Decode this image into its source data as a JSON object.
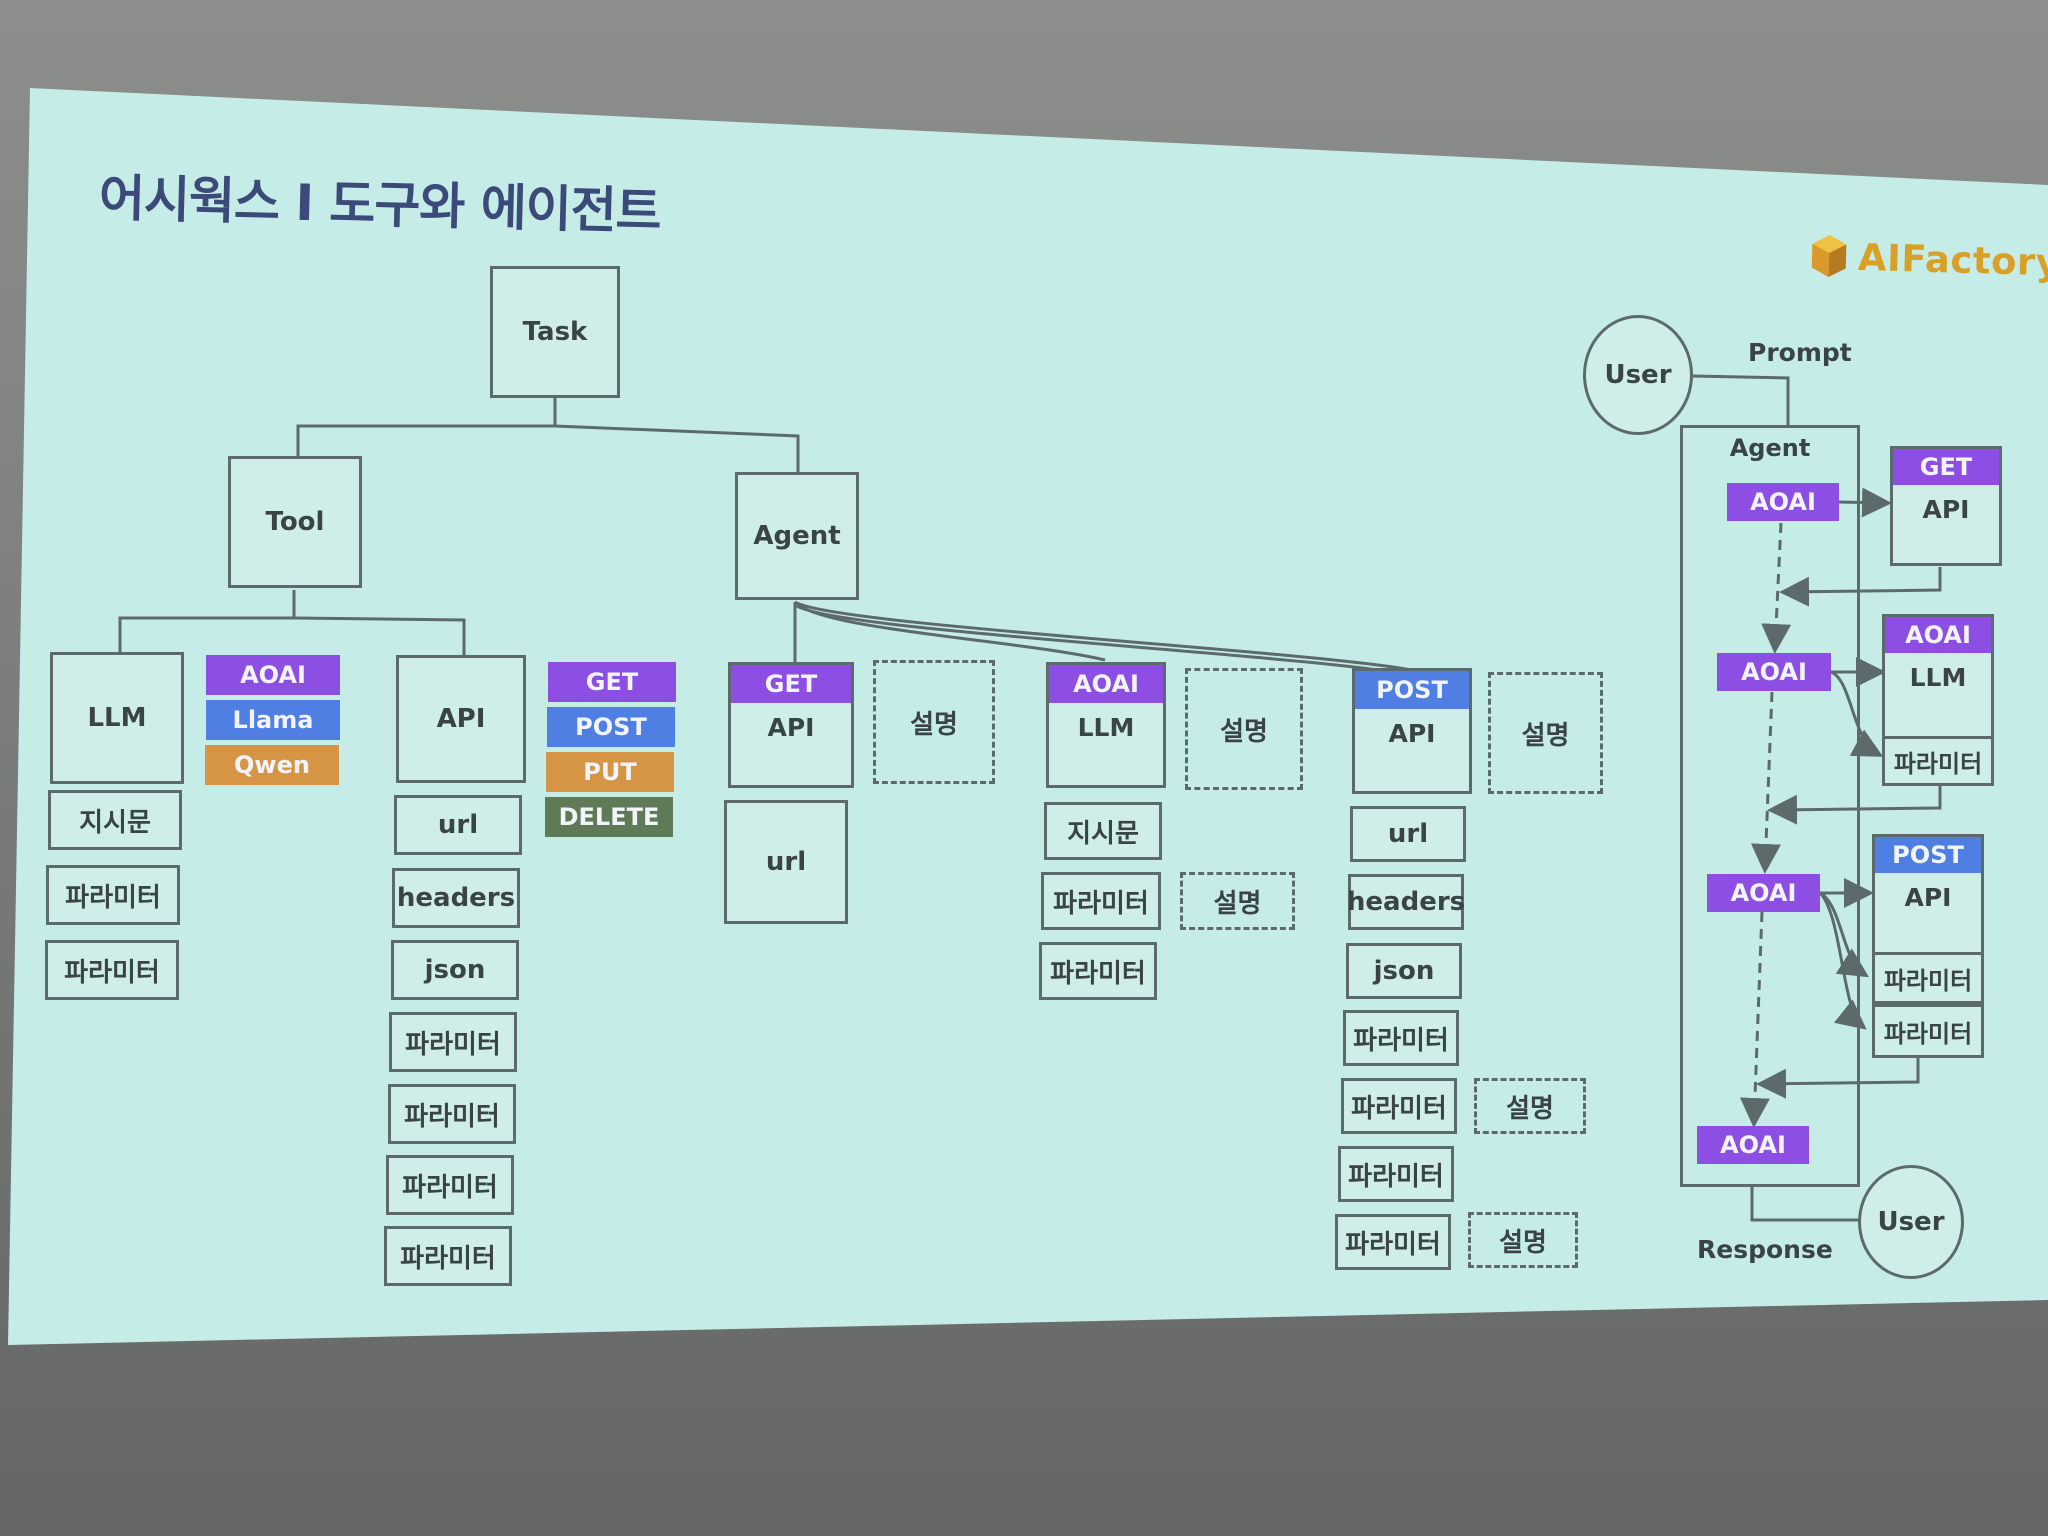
{
  "title": "어시웍스 I 도구와 에이전트",
  "logo": {
    "text": "AIFactory"
  },
  "colors": {
    "purple": "#8d4fe3",
    "blue": "#4f7fe2",
    "orange": "#d59545",
    "green": "#5f7a56",
    "box_fill": "#cfeeea",
    "box_border": "#5d6a6c"
  },
  "tree": {
    "root": "Task",
    "tool": "Tool",
    "agent": "Agent",
    "llm": {
      "label": "LLM",
      "children": [
        "지시문",
        "파라미터",
        "파라미터"
      ],
      "tags": [
        "AOAI",
        "Llama",
        "Qwen"
      ]
    },
    "api": {
      "label": "API",
      "children": [
        "url",
        "headers",
        "json",
        "파라미터",
        "파라미터",
        "파라미터",
        "파라미터"
      ],
      "methods": [
        "GET",
        "POST",
        "PUT",
        "DELETE"
      ]
    },
    "agent_get": {
      "method": "GET",
      "label": "API",
      "desc": "설명",
      "children": [
        "url"
      ]
    },
    "agent_llm": {
      "tag": "AOAI",
      "label": "LLM",
      "desc": "설명",
      "children": [
        "지시문",
        "파라미터",
        "파라미터"
      ],
      "child_desc": "설명"
    },
    "agent_post": {
      "method": "POST",
      "label": "API",
      "desc": "설명",
      "children": [
        "url",
        "headers",
        "json",
        "파라미터",
        "파라미터",
        "파라미터",
        "파라미터"
      ],
      "child_desc_1": "설명",
      "child_desc_2": "설명"
    }
  },
  "flow": {
    "user_top": "User",
    "prompt": "Prompt",
    "agent": "Agent",
    "aoai_1": "AOAI",
    "aoai_2": "AOAI",
    "aoai_3": "AOAI",
    "aoai_4": "AOAI",
    "get": {
      "method": "GET",
      "label": "API"
    },
    "llm": {
      "tag": "AOAI",
      "label": "LLM",
      "param": "파라미터"
    },
    "post": {
      "method": "POST",
      "label": "API",
      "params": [
        "파라미터",
        "파라미터"
      ]
    },
    "response": "Response",
    "user_bottom": "User"
  }
}
